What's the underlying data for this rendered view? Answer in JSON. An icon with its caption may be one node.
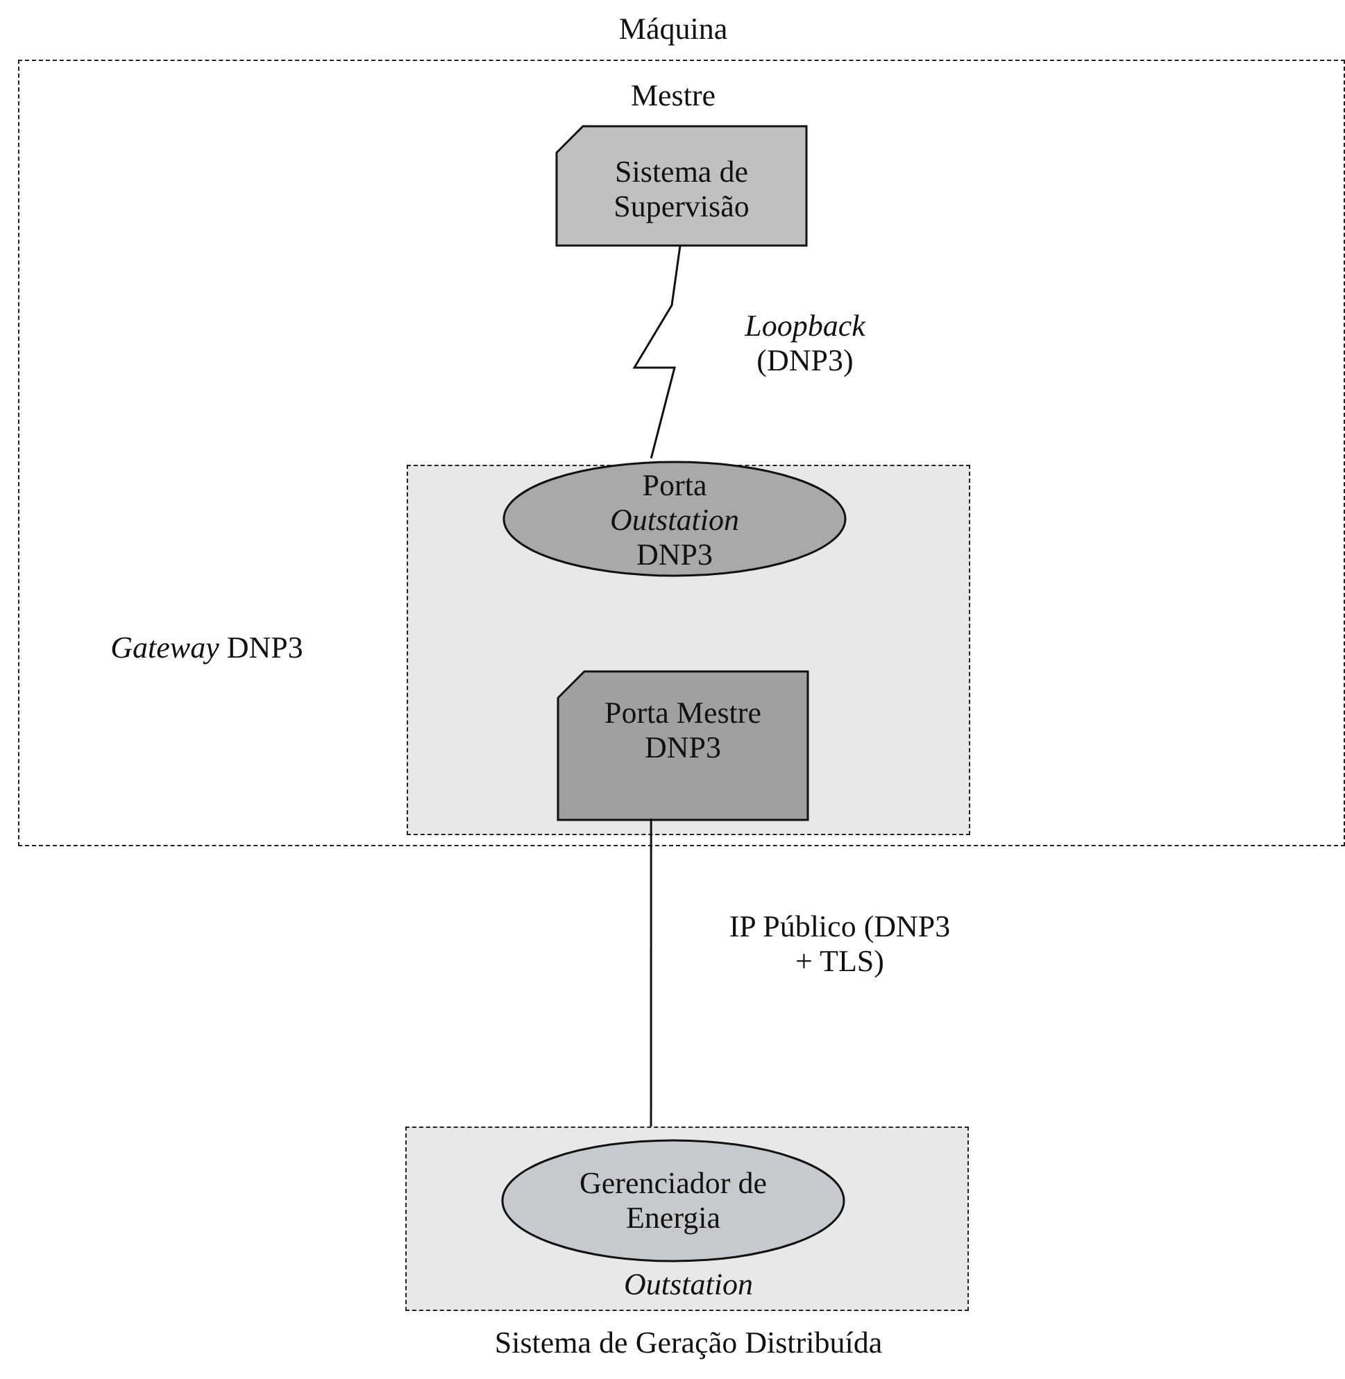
{
  "diagram": {
    "nodes": [
      {
        "text": [
          "Máquina",
          "Mestre"
        ]
      },
      {
        "text": [
          "Sistema de Supervisão"
        ],
        "in": 0
      },
      {
        "text": [],
        "shape": "box",
        "beside": [
          "*Gateway* DNP3"
        ],
        "in": 0
      },
      {
        "text": [
          "Porta *Outstation* DNP3"
        ],
        "in": 2
      },
      {
        "text": [
          "Porta Mestre DNP3"
        ],
        "in": 2
      },
      {
        "text": [
          "Outstation"
        ],
        "beside": [
          "Sistema de Geração Distribuída"
        ]
      },
      {
        "text": [
          "Gerenciador de Energia"
        ],
        "in": 5
      }
    ],
    "edges": [
      {
        "from": 1,
        "to": 3,
        "arrow": "none",
        "label": "*Loopback* (DNP3)"
      },
      {
        "from": 4,
        "to": 5,
        "arrow": "none",
        "label": "IP Público (DNP3 + TLS)"
      }
    ]
  }
}
